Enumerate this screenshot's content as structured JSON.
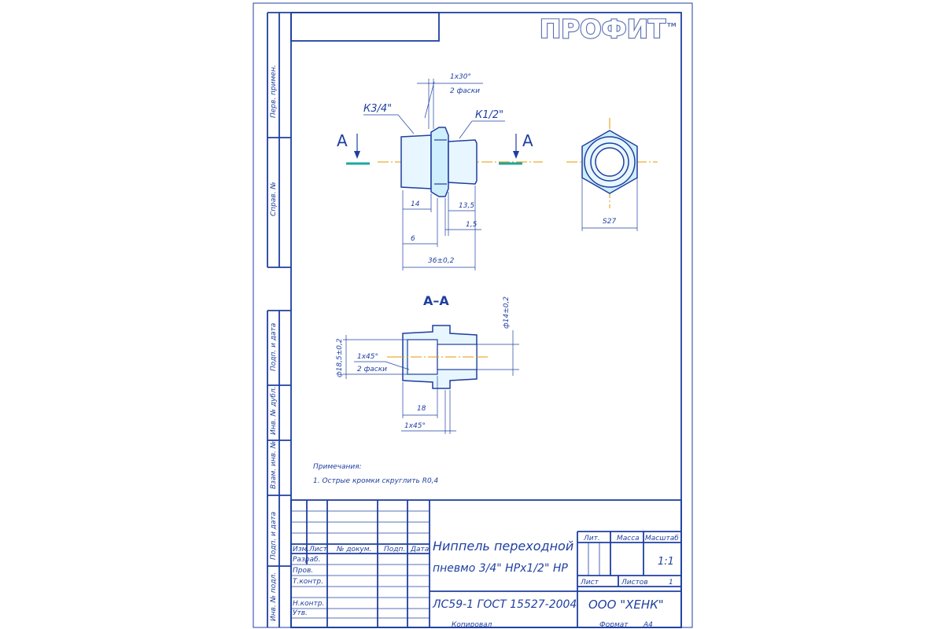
{
  "logo": {
    "text": "ПРОФИТ",
    "tm": "TM"
  },
  "side_labels": [
    "Перв. примен.",
    "Справ. №",
    "Подп. и дата",
    "Инв. № дубл.",
    "Взам. инв. №",
    "Подп. и дата",
    "Инв. № подл."
  ],
  "views": {
    "left_thread": "К3/4\"",
    "right_thread": "К1/2\"",
    "chamfer_top": "1х30°",
    "chamfer_top_note": "2 фаски",
    "section_mark": "А",
    "section_title": "А–А",
    "hex_size": "S27"
  },
  "dims": {
    "d14": "14",
    "d135": "13,5",
    "d15": "1,5",
    "d6": "6",
    "d36": "36±0,2",
    "d14dia": "ф14±0,2",
    "d185": "ф18,5±0,2",
    "ch45": "1х45°",
    "ch45_note": "2 фаски",
    "d18": "18",
    "ch45b": "1х45°"
  },
  "notes": {
    "title": "Примечания:",
    "items": [
      "1. Острые кромки скруглить R0,4"
    ]
  },
  "title_block": {
    "headers": {
      "izm": "Изм.",
      "list": "Лист",
      "doc": "№ докум.",
      "podp": "Подп.",
      "data": "Дата"
    },
    "rows": [
      "Разраб.",
      "Пров.",
      "Т.контр.",
      "",
      "Н.контр.",
      "Утв."
    ],
    "name_line1": "Ниппель переходной",
    "name_line2": "пневмо 3/4\" НРх1/2\" НР",
    "material": "ЛС59-1 ГОСТ 15527-2004",
    "lit": "Лит.",
    "massa": "Масса",
    "masshtab": "Масштаб",
    "scale_value": "1:1",
    "sheet_label": "Лист",
    "sheets_label": "Листов",
    "sheets_value": "1",
    "company": "ООО \"ХЕНК\"",
    "copied": "Копировал",
    "format_label": "Формат",
    "format_value": "А4"
  },
  "colors": {
    "line": "#1f3fa0",
    "axis": "#e69a00",
    "part_fill": "#e8f6ff",
    "section_mark": "#1aa7a0"
  }
}
